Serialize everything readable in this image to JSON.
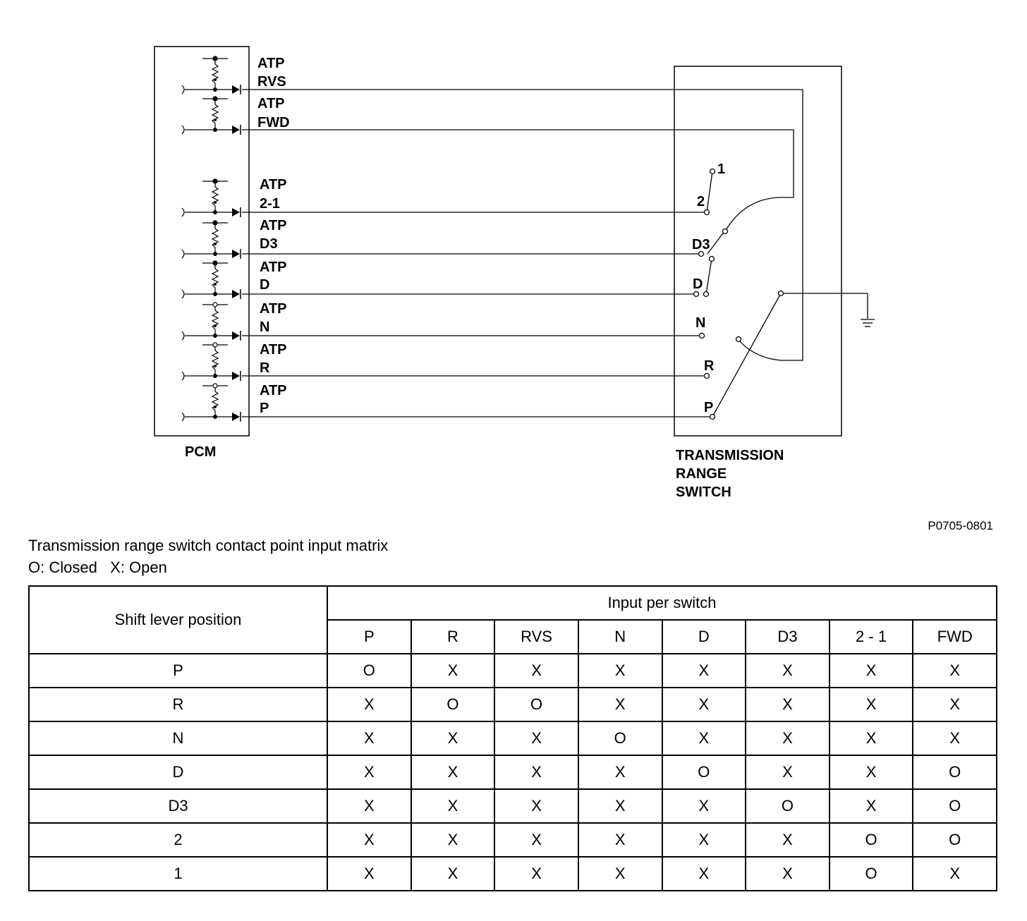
{
  "diagram": {
    "pcm_label": "PCM",
    "trs_label": [
      "TRANSMISSION",
      "RANGE",
      "SWITCH"
    ],
    "pcm_channels": [
      {
        "label1": "ATP",
        "label2": "RVS"
      },
      {
        "label1": "ATP",
        "label2": "FWD"
      },
      {
        "label1": "ATP",
        "label2": "2-1"
      },
      {
        "label1": "ATP",
        "label2": "D3"
      },
      {
        "label1": "ATP",
        "label2": "D"
      },
      {
        "label1": "ATP",
        "label2": "N"
      },
      {
        "label1": "ATP",
        "label2": "R"
      },
      {
        "label1": "ATP",
        "label2": "P"
      }
    ],
    "switch_positions": [
      "1",
      "2",
      "D3",
      "D",
      "N",
      "R",
      "P"
    ],
    "doc_id": "P0705-0801"
  },
  "matrix": {
    "title": "Transmission range switch contact point input matrix",
    "legend": "O: Closed   X: Open",
    "row_header": "Shift lever position",
    "group_header": "Input per switch",
    "columns": [
      "P",
      "R",
      "RVS",
      "N",
      "D",
      "D3",
      "2 - 1",
      "FWD"
    ],
    "rows": [
      {
        "position": "P",
        "values": [
          "O",
          "X",
          "X",
          "X",
          "X",
          "X",
          "X",
          "X"
        ]
      },
      {
        "position": "R",
        "values": [
          "X",
          "O",
          "O",
          "X",
          "X",
          "X",
          "X",
          "X"
        ]
      },
      {
        "position": "N",
        "values": [
          "X",
          "X",
          "X",
          "O",
          "X",
          "X",
          "X",
          "X"
        ]
      },
      {
        "position": "D",
        "values": [
          "X",
          "X",
          "X",
          "X",
          "O",
          "X",
          "X",
          "O"
        ]
      },
      {
        "position": "D3",
        "values": [
          "X",
          "X",
          "X",
          "X",
          "X",
          "O",
          "X",
          "O"
        ]
      },
      {
        "position": "2",
        "values": [
          "X",
          "X",
          "X",
          "X",
          "X",
          "X",
          "O",
          "O"
        ]
      },
      {
        "position": "1",
        "values": [
          "X",
          "X",
          "X",
          "X",
          "X",
          "X",
          "O",
          "X"
        ]
      }
    ]
  }
}
